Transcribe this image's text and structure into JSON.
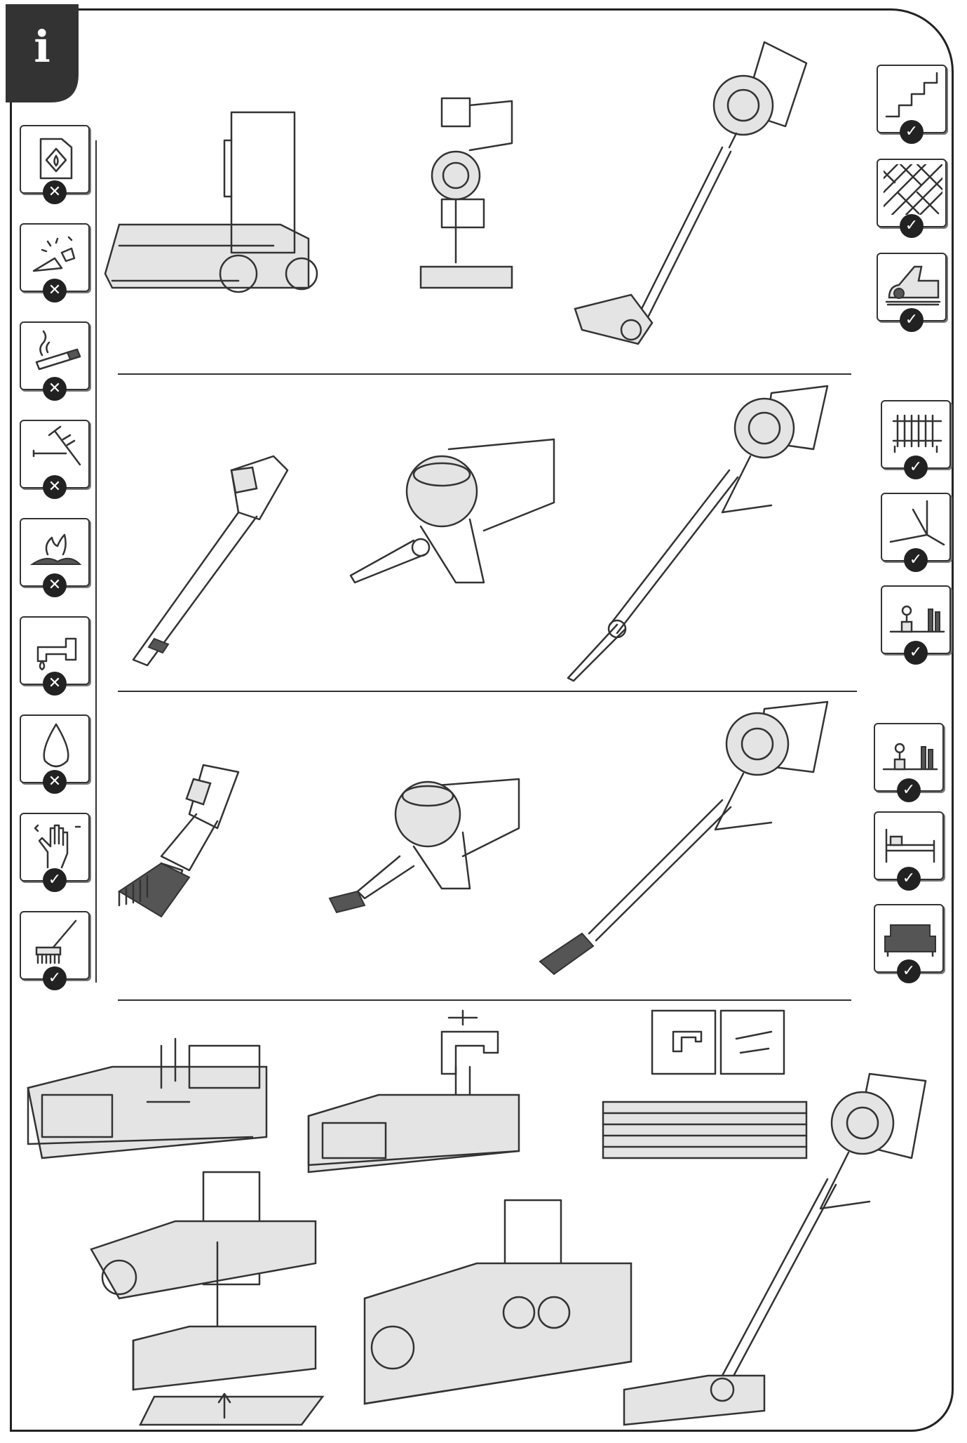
{
  "info_tab": {
    "letter": "i",
    "icon": "info-icon"
  },
  "colors": {
    "line": "#333333",
    "badge": "#222222",
    "badge_text": "#ffffff",
    "tab": "#333333"
  },
  "badges": {
    "allowed": "✓",
    "forbidden": "✕"
  },
  "left_icons": [
    {
      "icon": "flammable-canister-icon",
      "status": "forbidden"
    },
    {
      "icon": "broken-glass-icon",
      "status": "forbidden"
    },
    {
      "icon": "cigarette-icon",
      "status": "forbidden"
    },
    {
      "icon": "nails-screws-icon",
      "status": "forbidden"
    },
    {
      "icon": "hot-ashes-icon",
      "status": "forbidden"
    },
    {
      "icon": "water-tap-icon",
      "status": "forbidden"
    },
    {
      "icon": "liquid-drop-icon",
      "status": "forbidden"
    },
    {
      "icon": "dusty-hand-icon",
      "status": "allowed"
    },
    {
      "icon": "brush-icon",
      "status": "allowed"
    }
  ],
  "right_icons": [
    {
      "icon": "stairs-icon",
      "status": "allowed"
    },
    {
      "icon": "parquet-floor-icon",
      "status": "allowed"
    },
    {
      "icon": "carpet-brush-head-icon",
      "status": "allowed"
    },
    {
      "icon": "radiator-icon",
      "status": "allowed"
    },
    {
      "icon": "room-corner-icon",
      "status": "allowed"
    },
    {
      "icon": "shelf-icon",
      "status": "allowed"
    },
    {
      "icon": "shelf-icon",
      "status": "allowed"
    },
    {
      "icon": "bed-icon",
      "status": "allowed"
    },
    {
      "icon": "sofa-icon",
      "status": "allowed"
    }
  ],
  "illustrations": [
    "floor-brush-head",
    "handheld-with-brush",
    "stick-vacuum-floor",
    "crevice-tool",
    "handheld-with-crevice",
    "stick-vacuum-crevice",
    "dusting-brush-tool",
    "handheld-with-dusting-brush",
    "stick-vacuum-dusting-brush",
    "mop-tray",
    "mop-tray-rinse",
    "mop-pad-wash",
    "mop-tray-attach",
    "mop-tray-assembled",
    "stick-vacuum-with-mop"
  ]
}
